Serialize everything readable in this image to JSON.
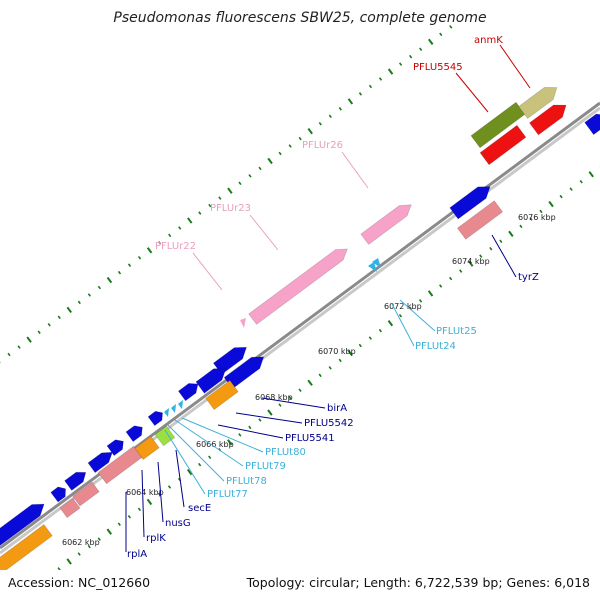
{
  "title": "Pseudomonas fluorescens SBW25, complete genome",
  "footer": {
    "accession": "Accession: NC_012660",
    "summary": "Topology: circular; Length: 6,722,539 bp; Genes: 6,018"
  },
  "colors": {
    "backbone": "#8a8a8a",
    "tick": "#1a7a1a",
    "cds": "#0a0ad8",
    "rrna": "#f7a2c8",
    "trna": "#2eb3e8",
    "misc": "#e8898f",
    "orange": "#f39a12",
    "red": "#ee1111",
    "olive": "#6f8f1e",
    "khaki": "#c8c27c",
    "lime": "#9be040",
    "label_dark": "#00008b",
    "label_pink": "#e8a0c0",
    "label_cyan": "#40b0d8",
    "label_red": "#cc0000"
  },
  "scale_labels": [
    "6062 kbp",
    "6064 kbp",
    "6066 kbp",
    "6068 kbp",
    "6070 kbp",
    "6072 kbp",
    "6074 kbp",
    "6076 kbp"
  ],
  "feature_labels": [
    {
      "name": "anmK",
      "color": "red"
    },
    {
      "name": "PFLU5545",
      "color": "red"
    },
    {
      "name": "PFLUr26",
      "color": "pink"
    },
    {
      "name": "PFLUr23",
      "color": "pink"
    },
    {
      "name": "PFLUr22",
      "color": "pink"
    },
    {
      "name": "tyrZ",
      "color": "dark"
    },
    {
      "name": "PFLUt25",
      "color": "cyan"
    },
    {
      "name": "PFLUt24",
      "color": "cyan"
    },
    {
      "name": "birA",
      "color": "dark"
    },
    {
      "name": "PFLU5542",
      "color": "dark"
    },
    {
      "name": "PFLU5541",
      "color": "dark"
    },
    {
      "name": "PFLUt80",
      "color": "cyan"
    },
    {
      "name": "PFLUt79",
      "color": "cyan"
    },
    {
      "name": "PFLUt78",
      "color": "cyan"
    },
    {
      "name": "PFLUt77",
      "color": "cyan"
    },
    {
      "name": "secE",
      "color": "dark"
    },
    {
      "name": "nusG",
      "color": "dark"
    },
    {
      "name": "rplK",
      "color": "dark"
    },
    {
      "name": "rplA",
      "color": "dark"
    }
  ]
}
